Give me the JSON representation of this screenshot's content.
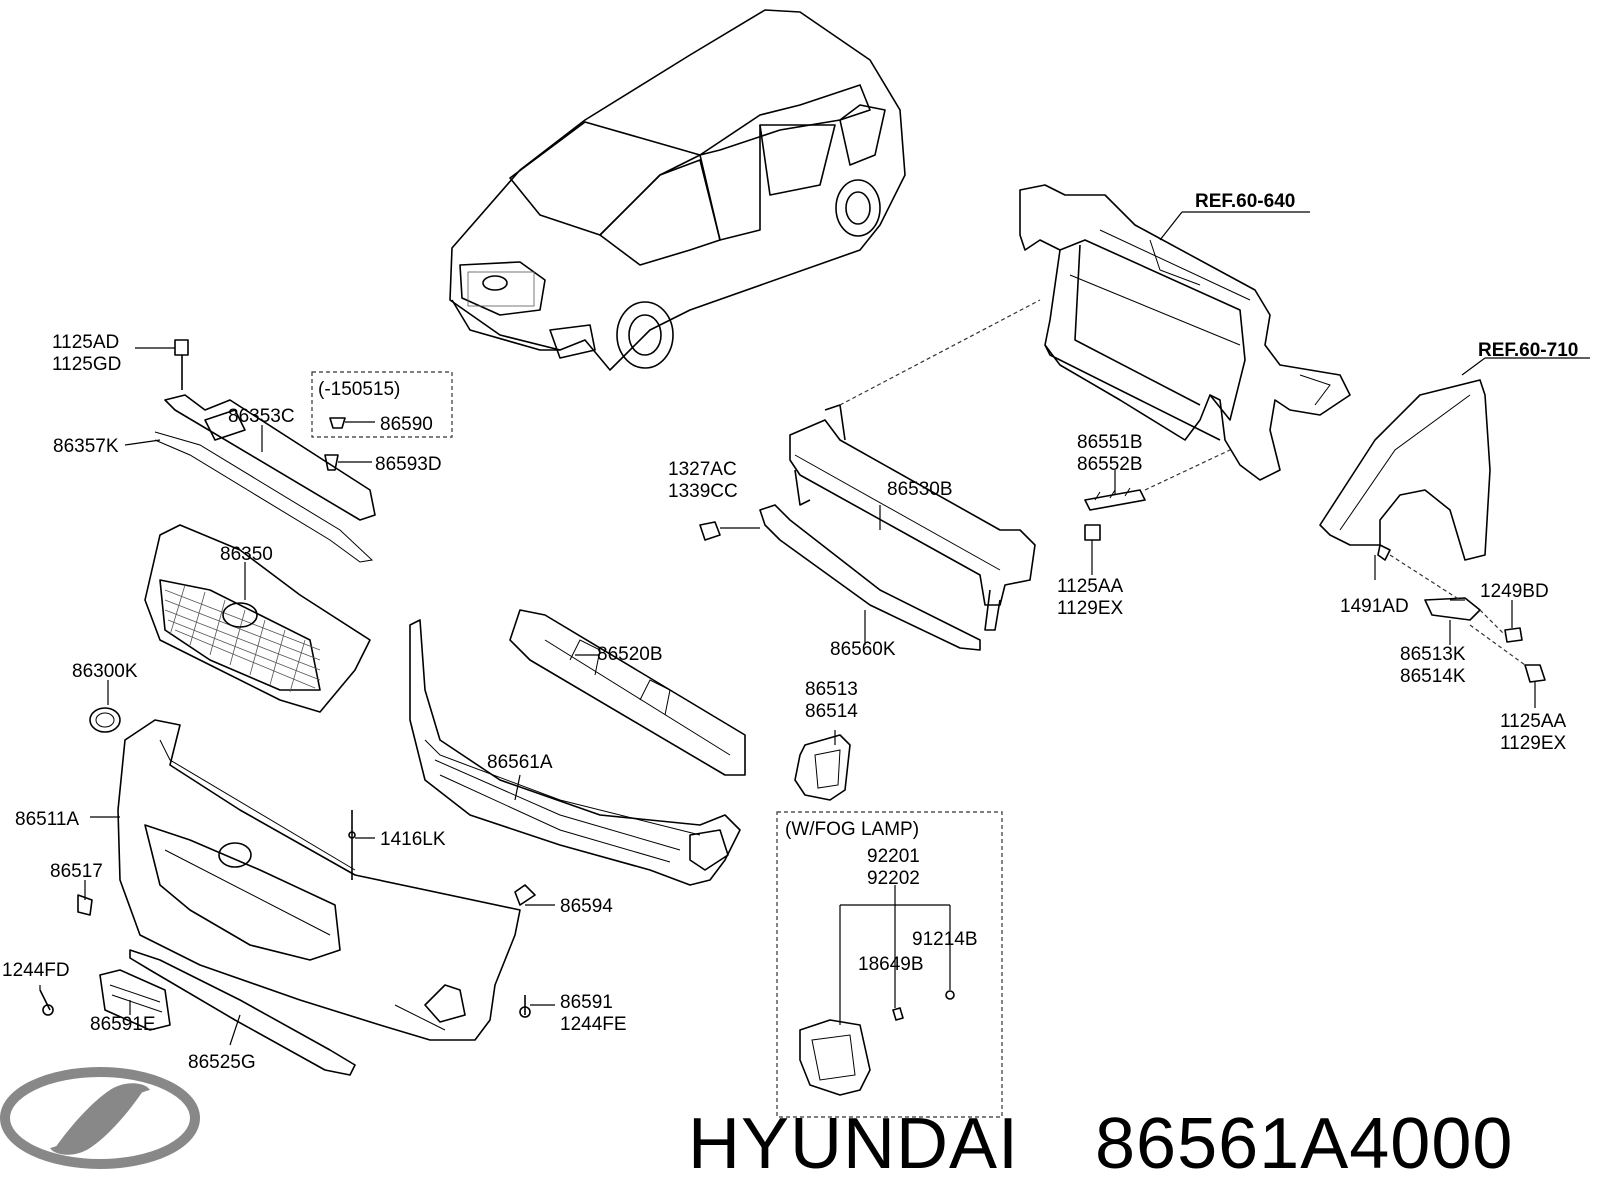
{
  "labels": {
    "p1125AD": "1125AD",
    "p1125GD": "1125GD",
    "p86357K": "86357K",
    "p86353C": "86353C",
    "p150515": "(-150515)",
    "p86590": "86590",
    "p86593D": "86593D",
    "p86350": "86350",
    "p86300K": "86300K",
    "p86511A": "86511A",
    "p86517": "86517",
    "p1244FD": "1244FD",
    "p86591E": "86591E",
    "p86525G": "86525G",
    "p1416LK": "1416LK",
    "p86594": "86594",
    "p86591": "86591",
    "p1244FE": "1244FE",
    "p86561A": "86561A",
    "p86520B": "86520B",
    "p1327AC": "1327AC",
    "p1339CC": "1339CC",
    "p86530B": "86530B",
    "p86560K": "86560K",
    "p86513": "86513",
    "p86514": "86514",
    "p86551B": "86551B",
    "p86552B": "86552B",
    "p1125AA_a": "1125AA",
    "p1129EX_a": "1129EX",
    "ref640": "REF.60-640",
    "ref710": "REF.60-710",
    "p1491AD": "1491AD",
    "p1249BD": "1249BD",
    "p86513K": "86513K",
    "p86514K": "86514K",
    "p1125AA_b": "1125AA",
    "p1129EX_b": "1129EX",
    "fogLamp": "(W/FOG LAMP)",
    "p92201": "92201",
    "p92202": "92202",
    "p91214B": "91214B",
    "p18649B": "18649B"
  },
  "brand": {
    "name": "HYUNDAI",
    "part_number": "86561A4000"
  },
  "icons": {
    "logo": "hyundai-logo-icon"
  }
}
